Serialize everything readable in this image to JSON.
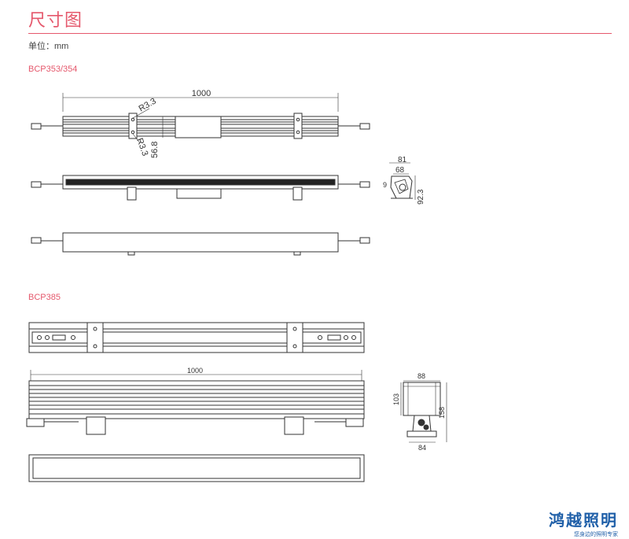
{
  "header": {
    "title": "尺寸图",
    "unit_label": "单位：mm"
  },
  "models": {
    "first": "BCP353/354",
    "second": "BCP385"
  },
  "bcp353": {
    "length": "1000",
    "r_top": "R3.3",
    "r_bottom": "R3.3",
    "height": "56.8",
    "side_w1": "81",
    "side_w2": "68",
    "side_h": "92.3",
    "side_small": "9"
  },
  "bcp385": {
    "length": "1000",
    "side_top": "88",
    "side_h_inner": "103",
    "side_h_total": "158",
    "side_bottom": "84"
  },
  "logo": {
    "name": "鸿越照明",
    "tagline": "您身边的照明专家"
  },
  "colors": {
    "accent": "#e5586c",
    "line": "#333333",
    "brand": "#1f5fa8"
  }
}
